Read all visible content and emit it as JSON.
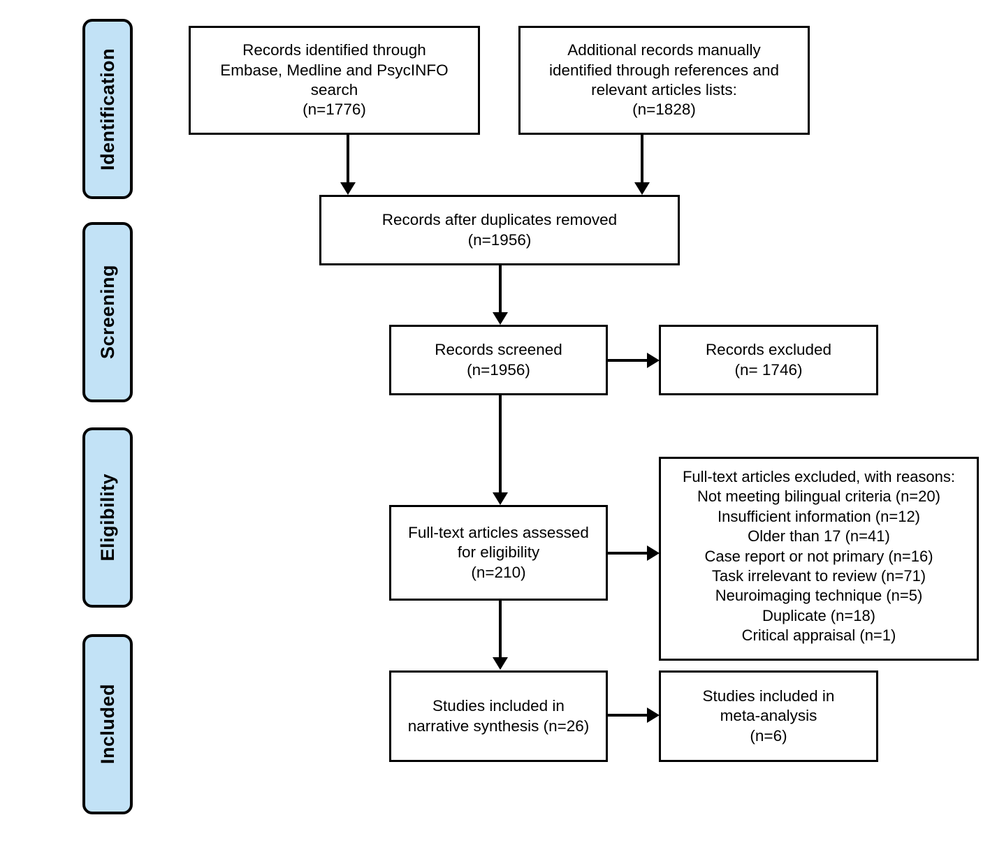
{
  "stages": [
    {
      "label": "Identification"
    },
    {
      "label": "Screening"
    },
    {
      "label": "Eligibility"
    },
    {
      "label": "Included"
    }
  ],
  "boxes": {
    "identified_search": {
      "lines": [
        "Records identified through",
        "Embase, Medline and PsycINFO",
        "search",
        "(n=1776)"
      ]
    },
    "identified_manual": {
      "lines": [
        "Additional records manually",
        "identified through references and",
        "relevant articles lists:",
        "(n=1828)"
      ]
    },
    "duplicates_removed": {
      "lines": [
        "Records after duplicates removed",
        "(n=1956)"
      ]
    },
    "records_screened": {
      "lines": [
        "Records screened",
        "(n=1956)"
      ]
    },
    "records_excluded": {
      "lines": [
        "Records excluded",
        "(n= 1746)"
      ]
    },
    "fulltext_assessed": {
      "lines": [
        "Full-text articles assessed",
        "for eligibility",
        "(n=210)"
      ]
    },
    "fulltext_excluded": {
      "lines": [
        "Full-text articles excluded, with reasons:",
        "Not meeting bilingual criteria (n=20)",
        "Insufficient information (n=12)",
        "Older than 17 (n=41)",
        "Case report or not primary (n=16)",
        "Task irrelevant to review (n=71)",
        "Neuroimaging technique (n=5)",
        "Duplicate (n=18)",
        "Critical appraisal (n=1)"
      ]
    },
    "narrative_synthesis": {
      "lines": [
        "Studies included in",
        "narrative synthesis (n=26)"
      ]
    },
    "meta_analysis": {
      "lines": [
        "Studies included in",
        "meta-analysis",
        "(n=6)"
      ]
    }
  },
  "colors": {
    "stage_fill": "#c2e2f6",
    "stroke": "#000000",
    "box_fill": "#ffffff"
  }
}
